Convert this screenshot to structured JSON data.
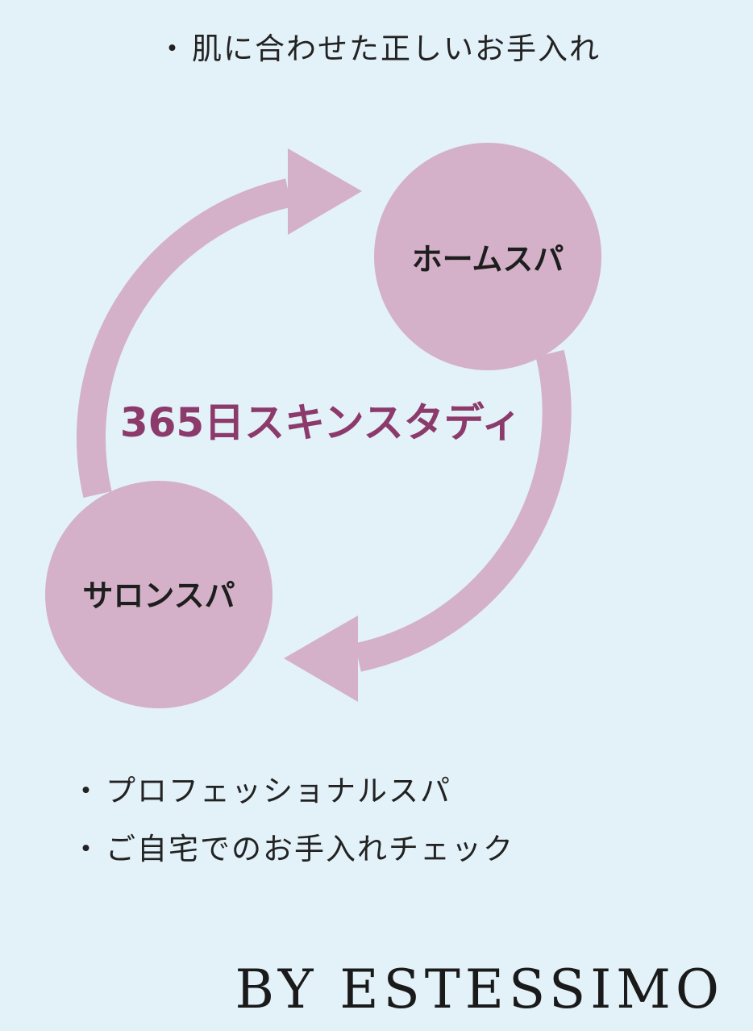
{
  "top_bullet": {
    "dot": "・",
    "text": "肌に合わせた正しいお手入れ"
  },
  "cycle": {
    "center_title": "365日スキンスタディ",
    "node_home": "ホームスパ",
    "node_salon": "サロンスパ"
  },
  "bottom_bullets": [
    {
      "dot": "・",
      "text": "プロフェッショナルスパ"
    },
    {
      "dot": "・",
      "text": "ご自宅でのお手入れチェック"
    }
  ],
  "brand": "BY ESTESSIMO",
  "colors": {
    "background": "#e3f1f8",
    "circle_fill": "#d4b1c8",
    "center_title": "#8c3a6b",
    "text": "#222222"
  }
}
